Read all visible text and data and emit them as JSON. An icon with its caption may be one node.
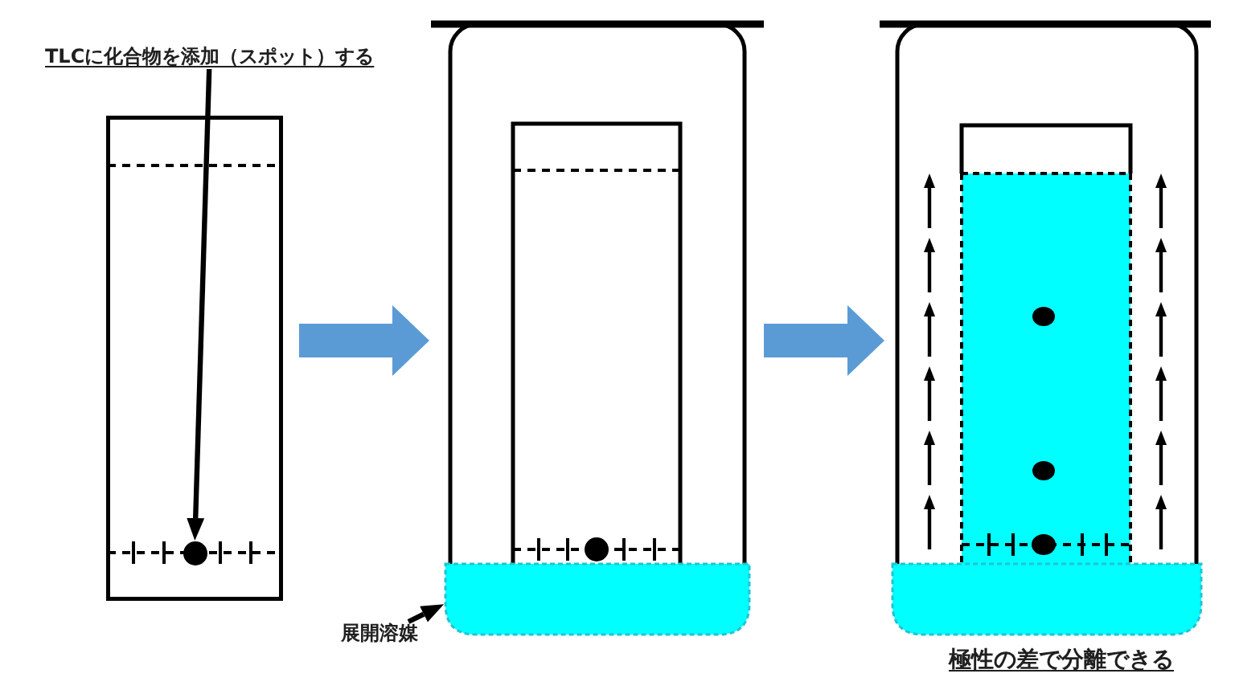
{
  "diagram": {
    "nodes": [
      {
        "text": [
          "TLCに化合物を添加（スポット）する"
        ]
      },
      {
        "text": [],
        "shape": "box"
      },
      {
        "text": [],
        "shape": "circle",
        "in": 1
      },
      {
        "text": [],
        "shape": "picture"
      },
      {
        "text": [],
        "shape": "box",
        "in": 3
      },
      {
        "text": [
          "展開溶媒"
        ]
      },
      {
        "text": [],
        "shape": "picture",
        "beside": [
          "極性の差で分離できる"
        ]
      },
      {
        "text": [],
        "shape": "box",
        "in": 6
      }
    ],
    "edges": [
      {
        "from": 0,
        "to": 2,
        "arrow": "to"
      },
      {
        "from": 1,
        "to": 3,
        "arrow": "to",
        "style": "thick",
        "color": "#5b9bd5"
      },
      {
        "from": 5,
        "to": 4,
        "arrow": "to"
      },
      {
        "from": 3,
        "to": 6,
        "arrow": "to",
        "style": "thick",
        "color": "#5b9bd5"
      }
    ]
  }
}
